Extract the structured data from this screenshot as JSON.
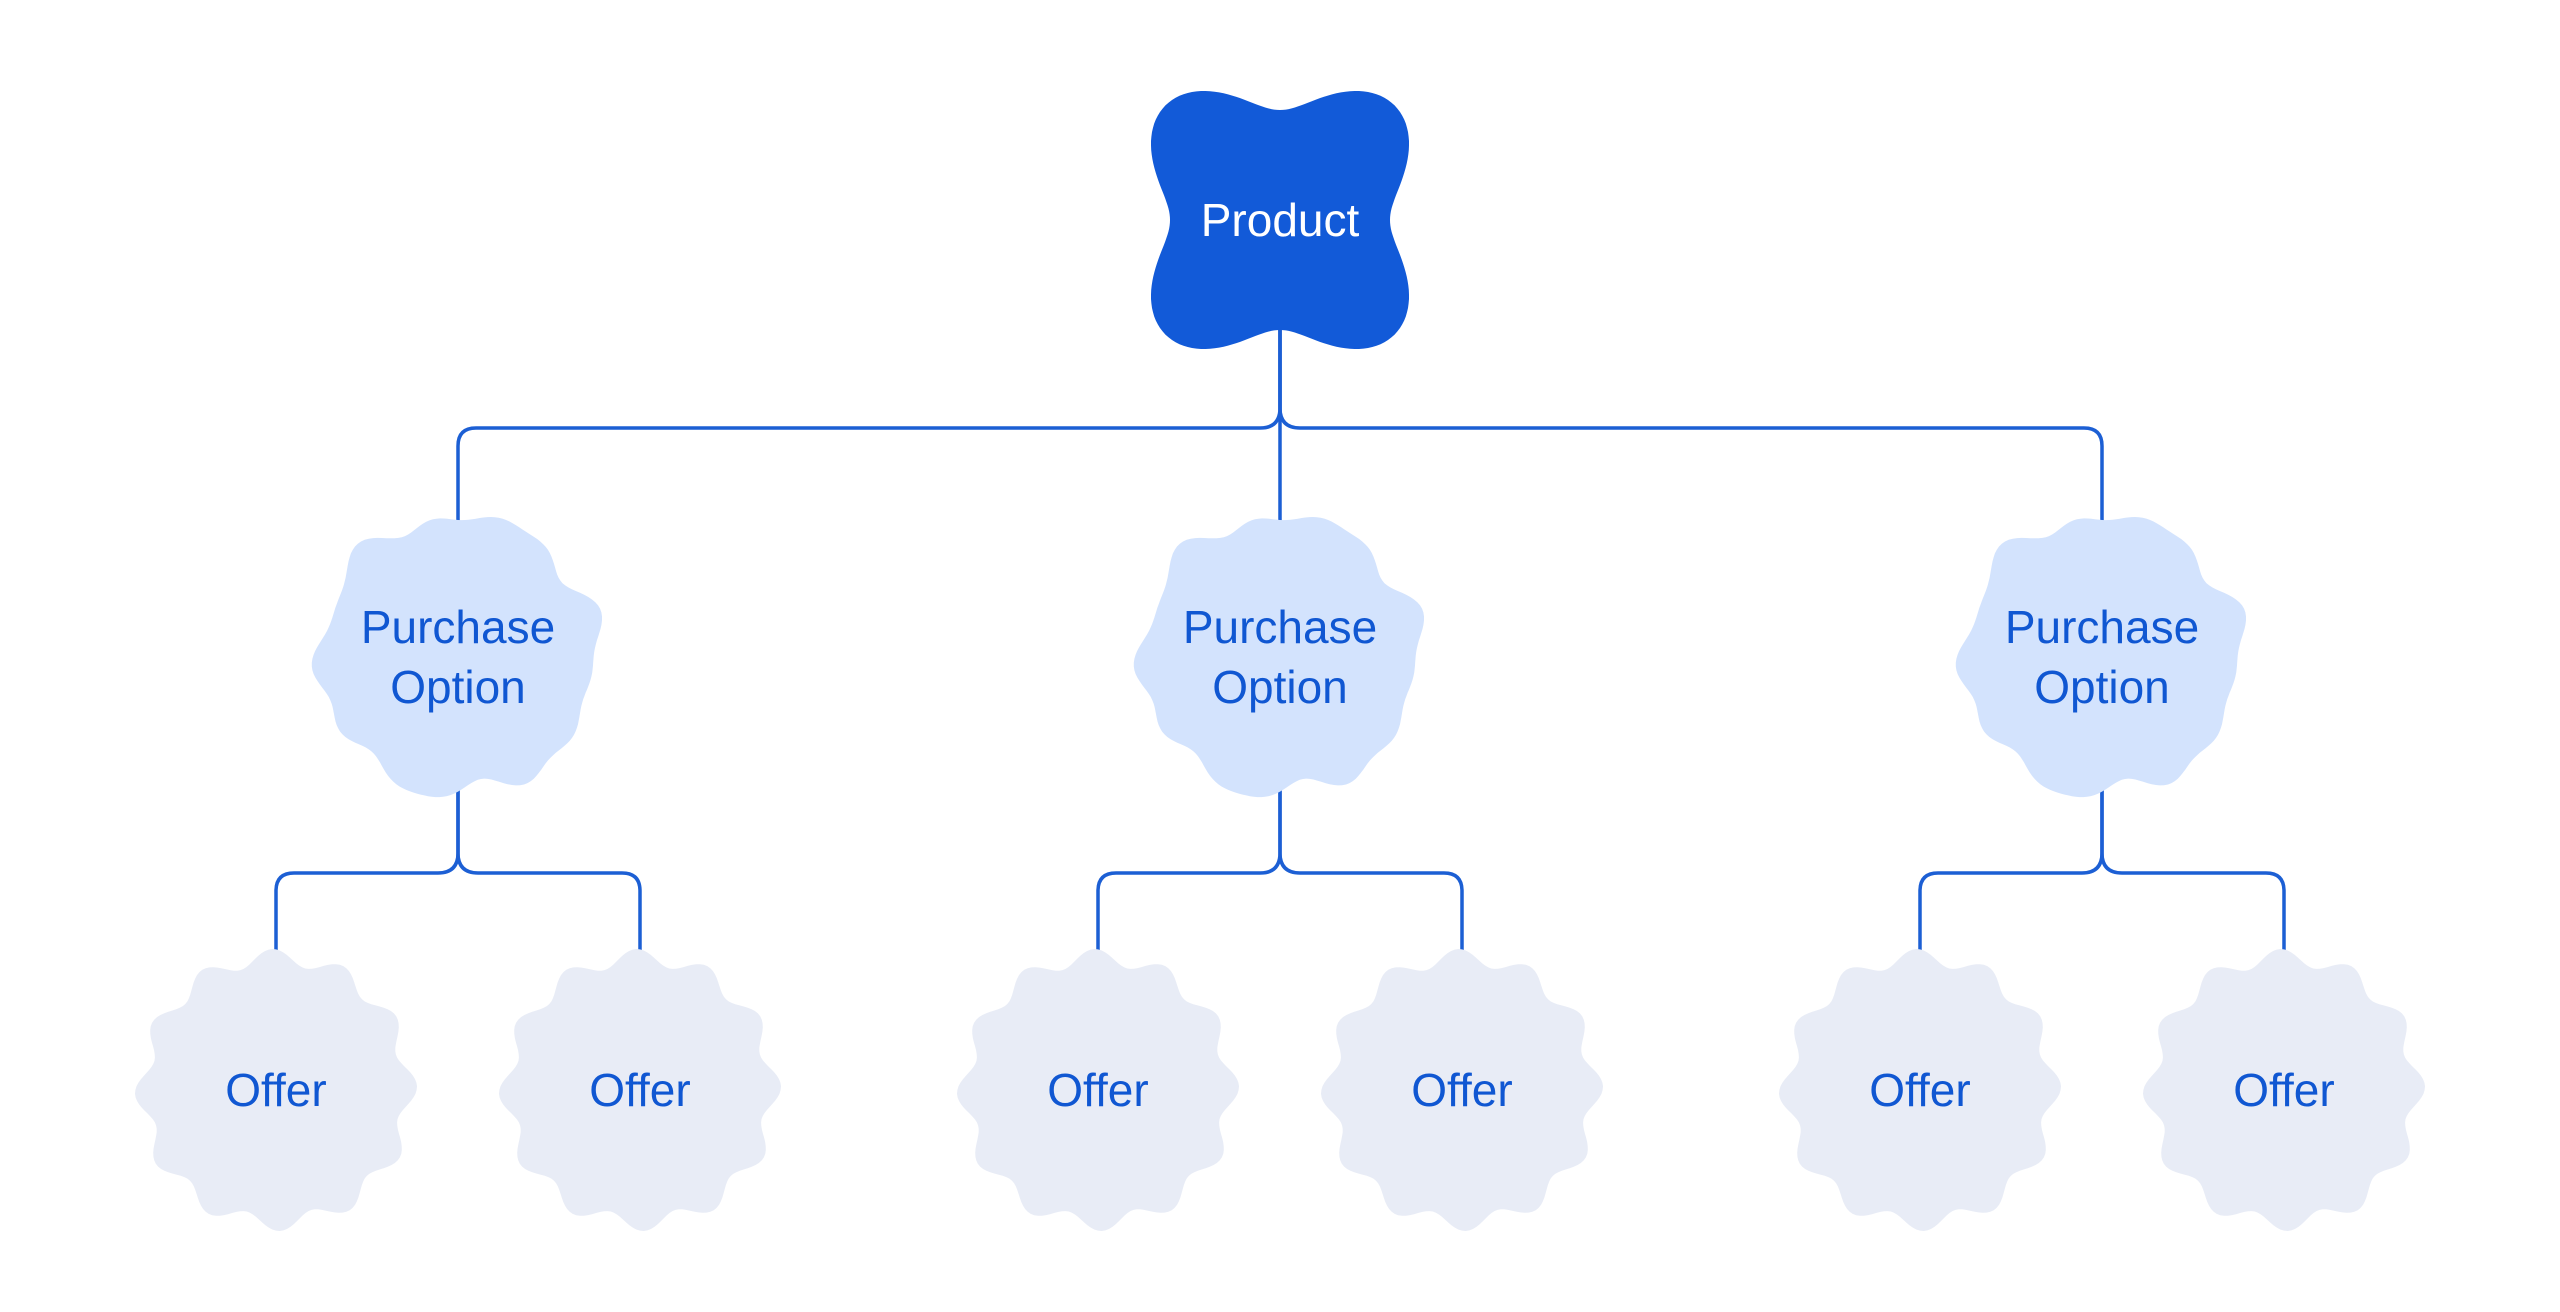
{
  "diagram": {
    "root": {
      "label": "Product"
    },
    "purchase_options": [
      {
        "label_lines": [
          "Purchase",
          "Option"
        ],
        "offers": [
          {
            "label": "Offer"
          },
          {
            "label": "Offer"
          }
        ]
      },
      {
        "label_lines": [
          "Purchase",
          "Option"
        ],
        "offers": [
          {
            "label": "Offer"
          },
          {
            "label": "Offer"
          }
        ]
      },
      {
        "label_lines": [
          "Purchase",
          "Option"
        ],
        "offers": [
          {
            "label": "Offer"
          },
          {
            "label": "Offer"
          }
        ]
      }
    ],
    "colors": {
      "background": "#ffffff",
      "root_fill": "#125ad8",
      "root_text": "#ffffff",
      "option_fill": "#d3e3fd",
      "offer_fill": "#e8ecf6",
      "label_text": "#1057d2",
      "line": "#1c5fd4"
    }
  }
}
